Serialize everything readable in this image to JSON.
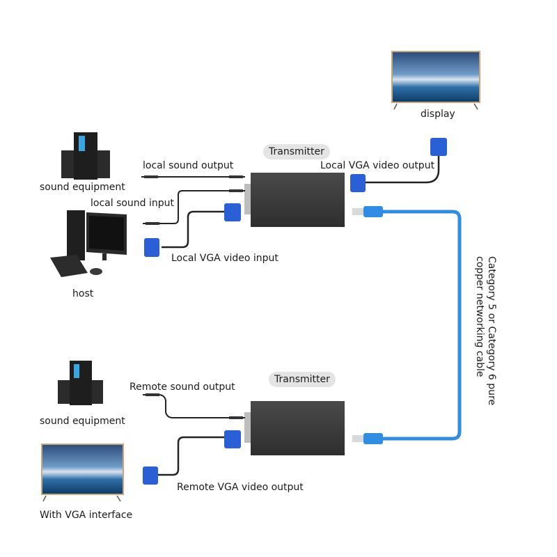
{
  "diagram": {
    "top_section": {
      "transmitter_label": "Transmitter",
      "display_label": "display",
      "sound_equipment_label": "sound equipment",
      "host_label": "host",
      "connections": {
        "local_sound_output": "local sound output",
        "local_sound_input": "local sound input",
        "local_vga_video_input": "Local VGA video input",
        "local_vga_video_output": "Local VGA video output"
      }
    },
    "cable_label": {
      "line1": "Category 5 or Category 6 pure",
      "line2": "copper networking cable"
    },
    "bottom_section": {
      "transmitter_label": "Transmitter",
      "sound_equipment_label": "sound equipment",
      "tv_label": "With VGA interface",
      "connections": {
        "remote_sound_output": "Remote sound output",
        "remote_vga_video_output": "Remote VGA video output"
      }
    },
    "colors": {
      "network_cable": "#2f8de4",
      "vga_connector": "#2a5fd6",
      "device_body": "#3a3a3a",
      "label_pill": "#e4e4e4"
    }
  }
}
